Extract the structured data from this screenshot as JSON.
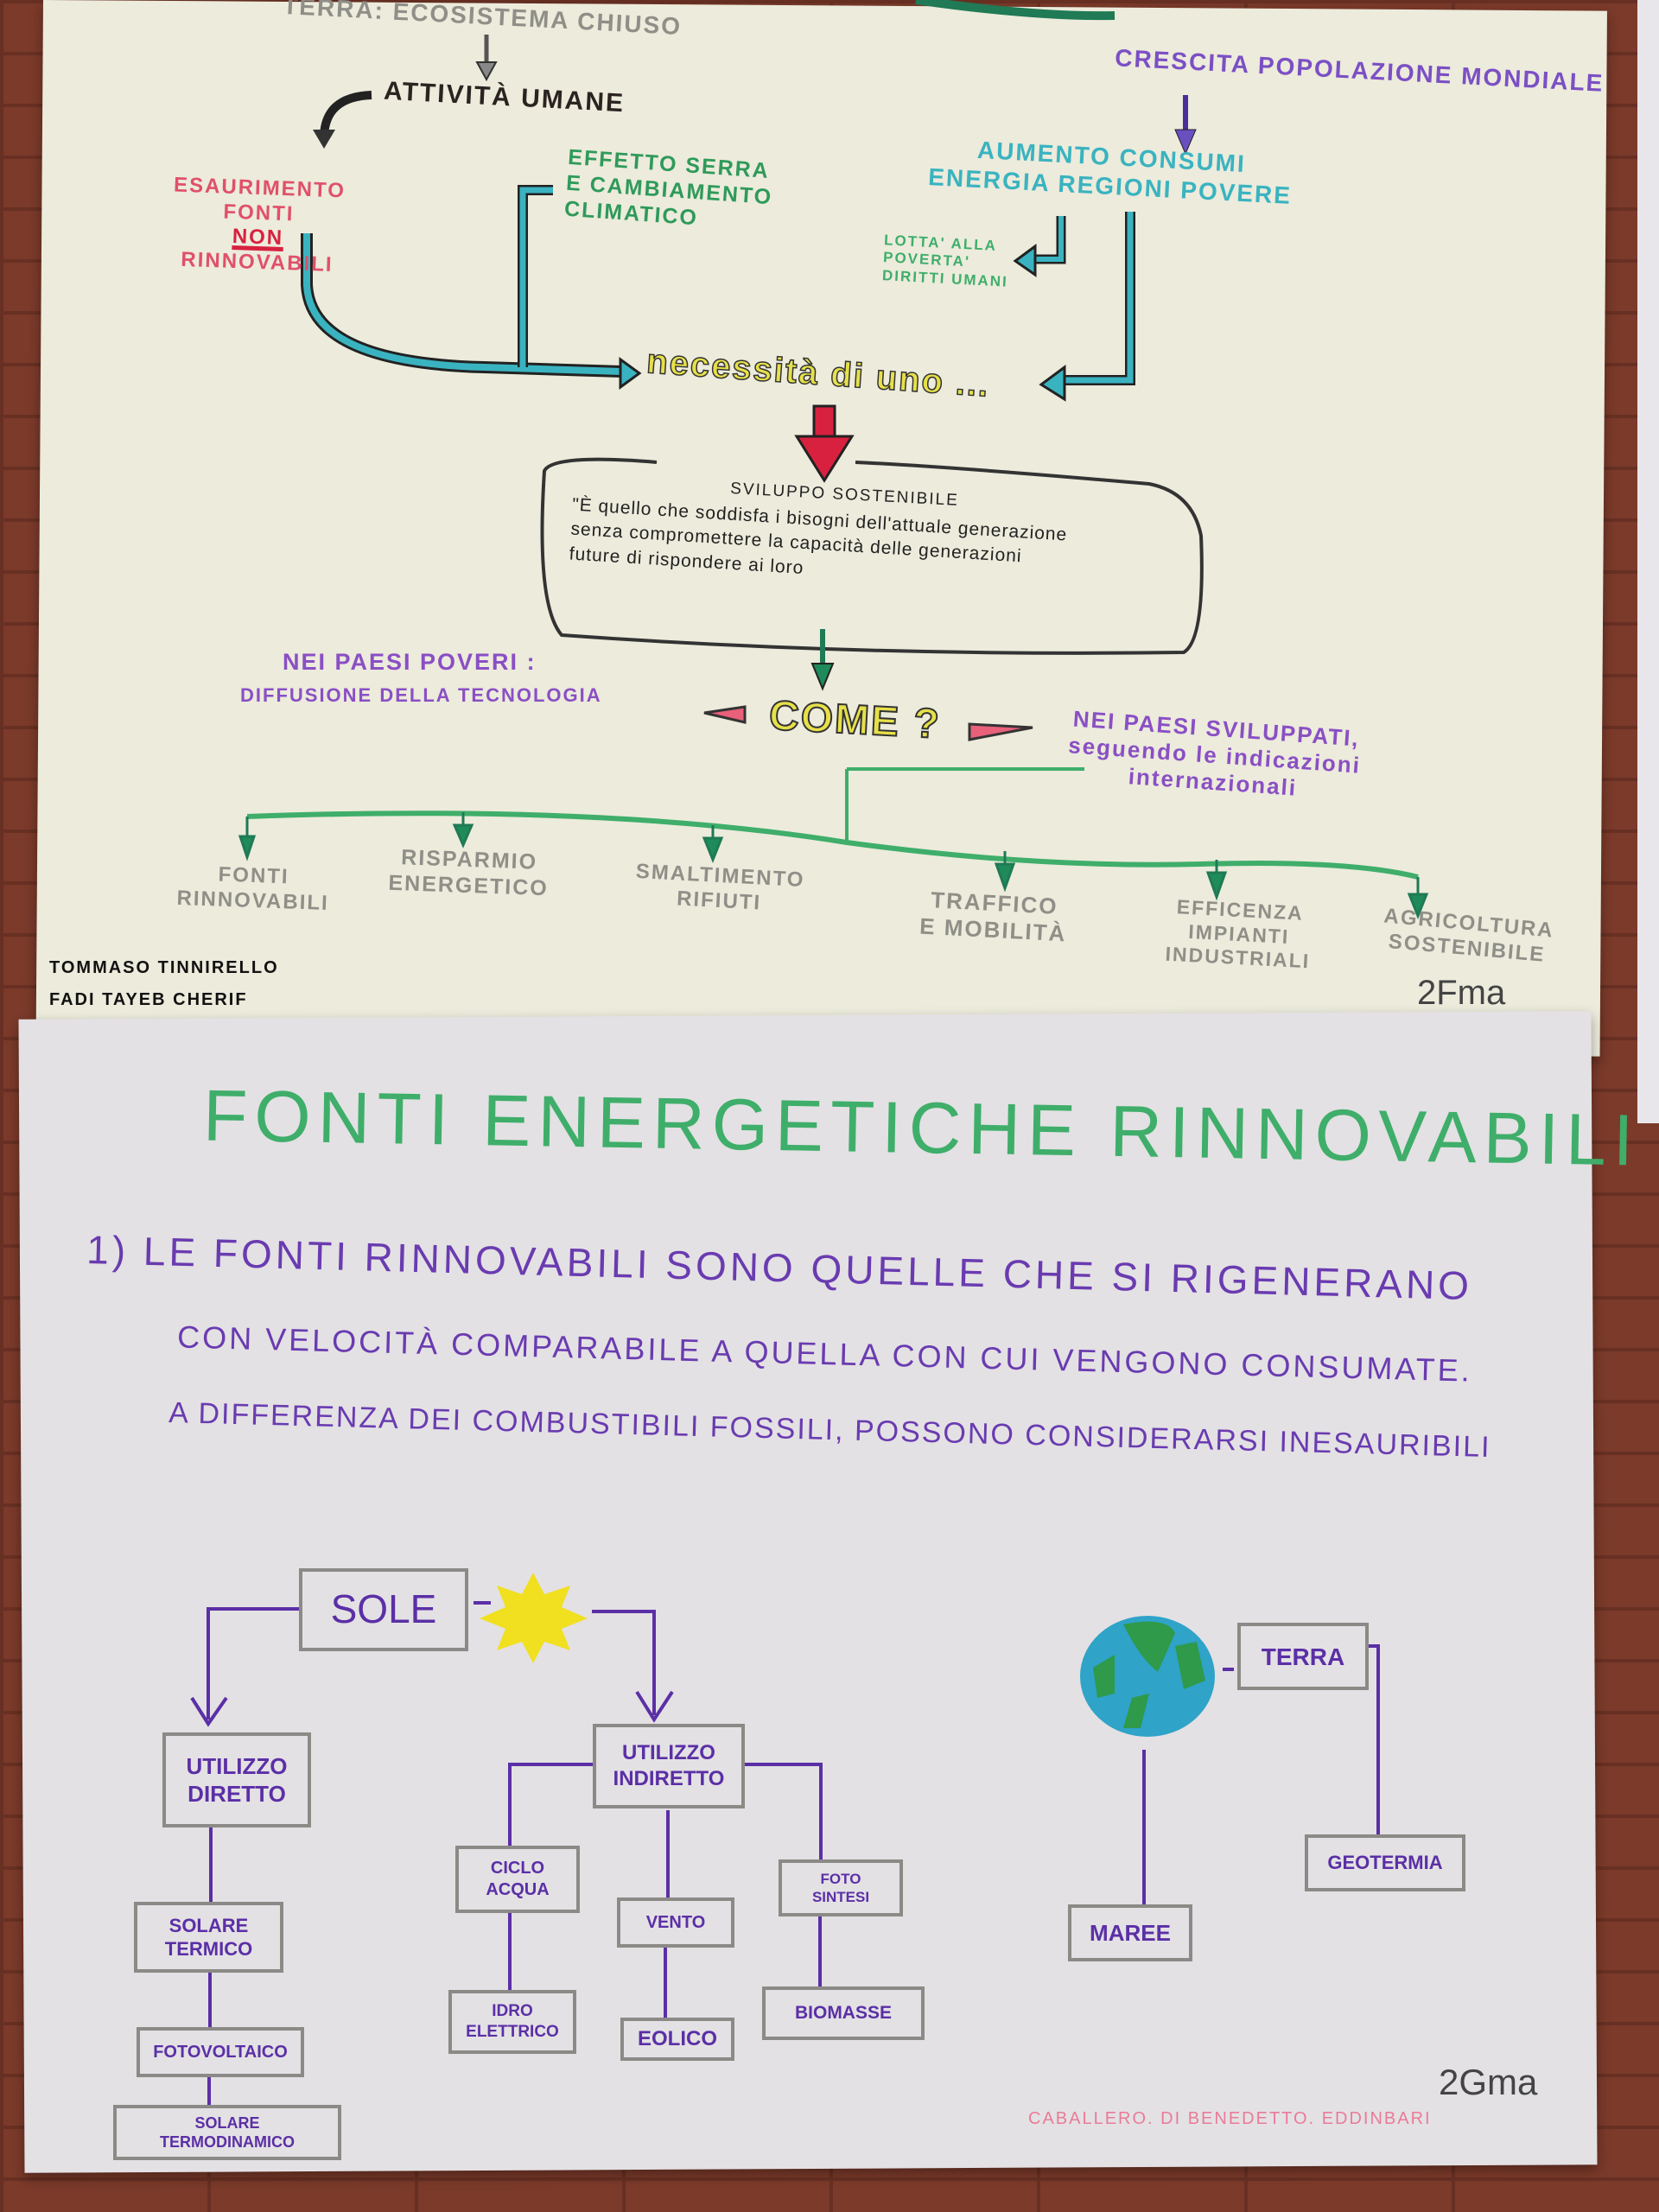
{
  "poster_top": {
    "root": "TERRA: ECOSISTEMA CHIUSO",
    "human_activities": "ATTIVITÀ UMANE",
    "depletion": "ESAURIMENTO\nFONTI",
    "depletion_non": "NON",
    "depletion_end": "RINNOVABILI",
    "greenhouse": "EFFETTO SERRA\nE CAMBIAMENTO\nCLIMATICO",
    "population": "CRESCITA POPOLAZIONE MONDIALE",
    "consumption": "AUMENTO CONSUMI\nENERGIA REGIONI POVERE",
    "poverty": "LOTTA' ALLA\nPOVERTA'\nDIRITTI UMANI",
    "need": "necessità di uno ...",
    "definition_title": "SVILUPPO SOSTENIBILE",
    "definition_text": "\"È quello che soddisfa i bisogni dell'attuale generazione\nsenza compromettere la capacità delle generazioni\nfuture di rispondere ai loro",
    "how": "COME ?",
    "poor_countries": "NEI PAESI POVERI :",
    "poor_countries_detail": "DIFFUSIONE della TECNOLOGIA",
    "developed_countries": "NEI PAESI SVILUPPATI,\nseguendo le indicazioni\ninternazionali",
    "categories": [
      "FONTI\nRINNOVABILI",
      "RISPARMIO\nENERGETICO",
      "SMALTIMENTO\nRIFIUTI",
      "TRAFFICO\nE MOBILITÀ",
      "EFFICENZA\nIMPIANTI\nINDUSTRIALI",
      "AGRICOLTURA\nSOSTENIBILE"
    ],
    "authors": [
      "TOMMASO TINNIRELLO",
      "FADI TAYEB CHERIF"
    ],
    "class": "2Fma"
  },
  "poster_bottom": {
    "title": "FONTI ENERGETICHE RINNOVABILI",
    "paragraph": [
      "1) LE FONTI RINNOVABILI SONO QUELLE CHE SI RIGENERANO",
      "CON VELOCITÀ COMPARABILE A QUELLA CON CUI VENGONO CONSUMATE.",
      "A DIFFERENZA DEI COMBUSTIBILI FOSSILI, POSSONO CONSIDERARSI INESAURIBILI"
    ],
    "sun": "SOLE",
    "direct": "UTILIZZO\nDIRETTO",
    "indirect": "UTILIZZO\nINDIRETTO",
    "solar_thermal": "SOLARE\nTERMICO",
    "photovoltaic": "FOTOVOLTAICO",
    "thermodynamic": "SOLARE\nTERMODINAMICO",
    "water_cycle": "CICLO\nACQUA",
    "hydro": "IDRO\nELETTRICO",
    "wind": "VENTO",
    "eolic": "EOLICO",
    "photosynthesis": "FOTO\nSINTESI",
    "biomass": "BIOMASSE",
    "earth": "TERRA",
    "tides": "MAREE",
    "geothermal": "GEOTERMIA",
    "authors": "CABALLERO. DI BENEDETTO. EDDINBARI",
    "class": "2Gma"
  },
  "colors": {
    "green": "#3fae6a",
    "purple": "#5b2fa6",
    "pink": "#e0506a",
    "teal": "#3ab3c0",
    "red": "#d8213f",
    "yellow": "#e6e04a"
  }
}
